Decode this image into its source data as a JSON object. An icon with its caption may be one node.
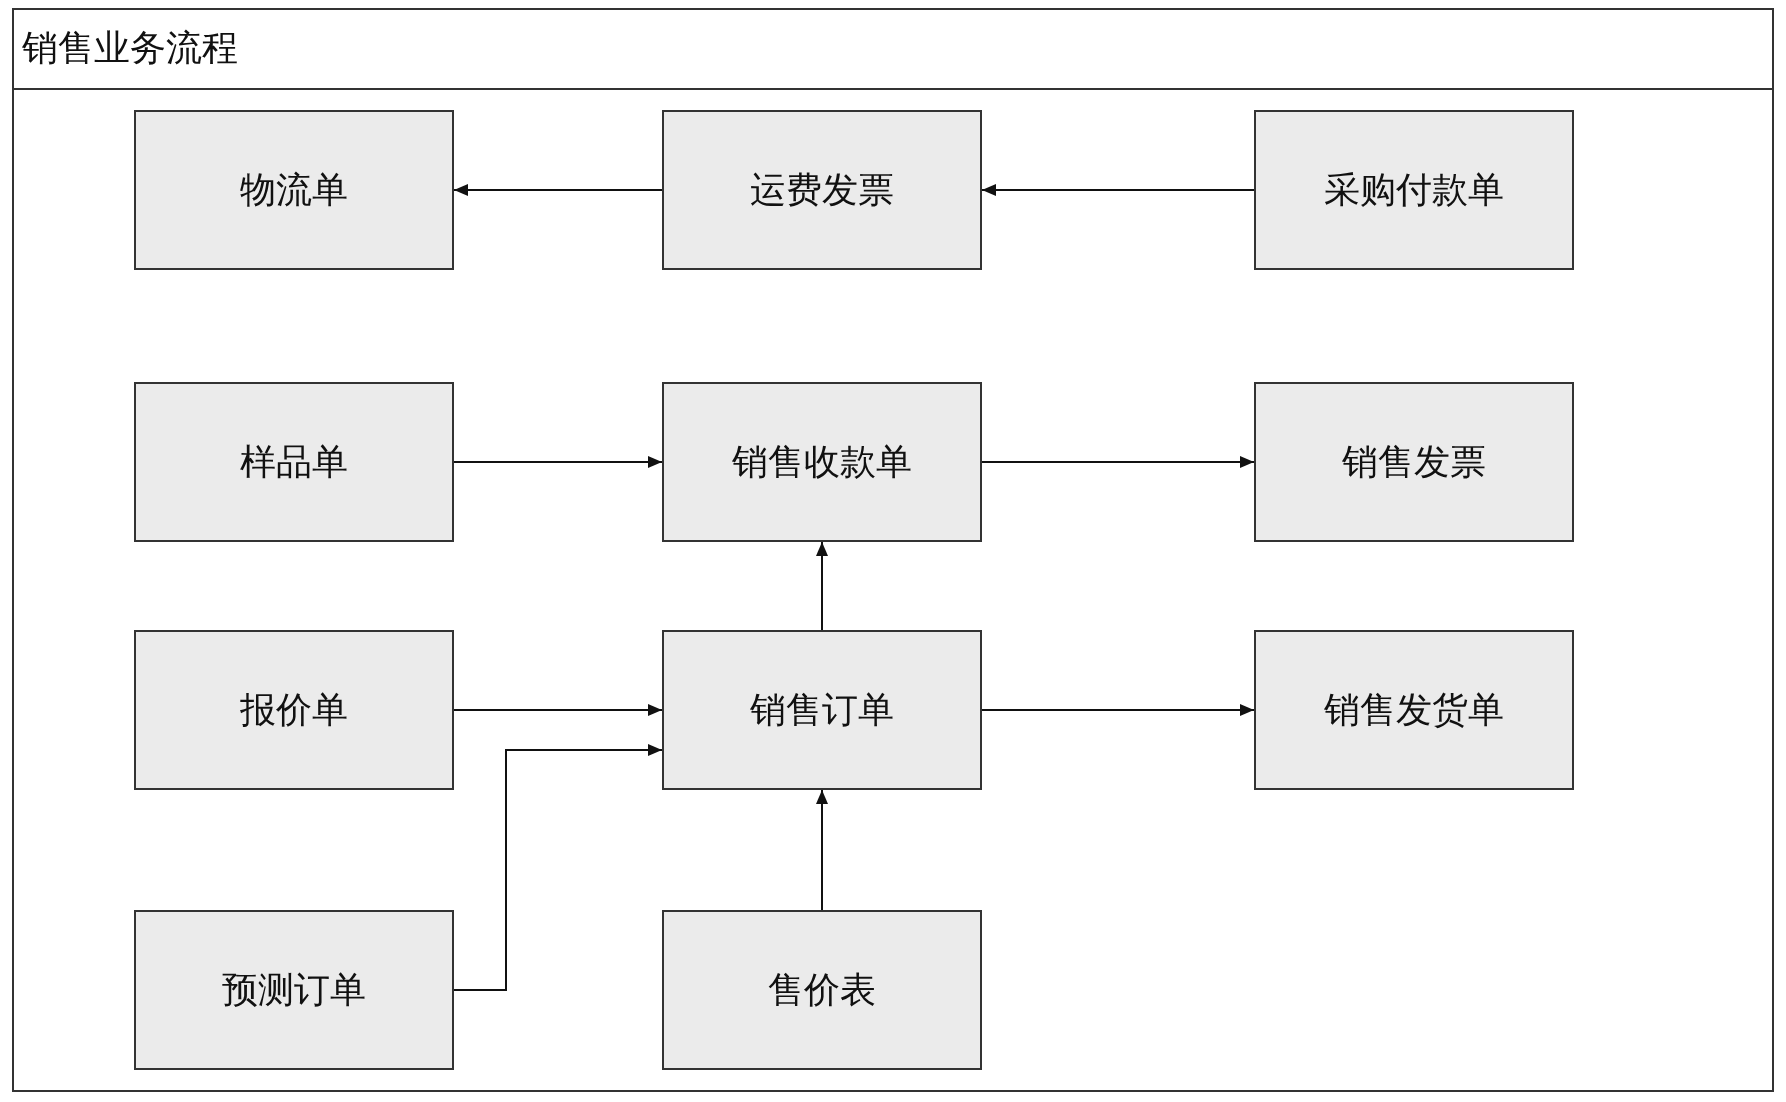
{
  "diagram": {
    "nodes": [
      {
        "text": [
          "销售业务流程"
        ]
      },
      {
        "text": [
          "物流单"
        ],
        "in": 0
      },
      {
        "text": [
          "运费发票"
        ],
        "in": 0
      },
      {
        "text": [
          "采购付款单"
        ],
        "in": 0
      },
      {
        "text": [
          "样品单"
        ],
        "in": 0
      },
      {
        "text": [
          "销售收款单"
        ],
        "in": 0
      },
      {
        "text": [
          "销售发票"
        ],
        "in": 0
      },
      {
        "text": [
          "报价单"
        ],
        "in": 0
      },
      {
        "text": [
          "销售订单"
        ],
        "in": 0
      },
      {
        "text": [
          "销售发货单"
        ],
        "in": 0
      },
      {
        "text": [
          "预测订单"
        ],
        "in": 0
      },
      {
        "text": [
          "售价表"
        ],
        "in": 0
      }
    ],
    "edges": [
      {
        "from": 2,
        "to": 1,
        "arrow": "to"
      },
      {
        "from": 3,
        "to": 2,
        "arrow": "to"
      },
      {
        "from": 4,
        "to": 5,
        "arrow": "to"
      },
      {
        "from": 5,
        "to": 6,
        "arrow": "to"
      },
      {
        "from": 8,
        "to": 5,
        "arrow": "to"
      },
      {
        "from": 7,
        "to": 8,
        "arrow": "to"
      },
      {
        "from": 10,
        "to": 8,
        "arrow": "to"
      },
      {
        "from": 8,
        "to": 9,
        "arrow": "to"
      },
      {
        "from": 11,
        "to": 8,
        "arrow": "to"
      }
    ]
  }
}
